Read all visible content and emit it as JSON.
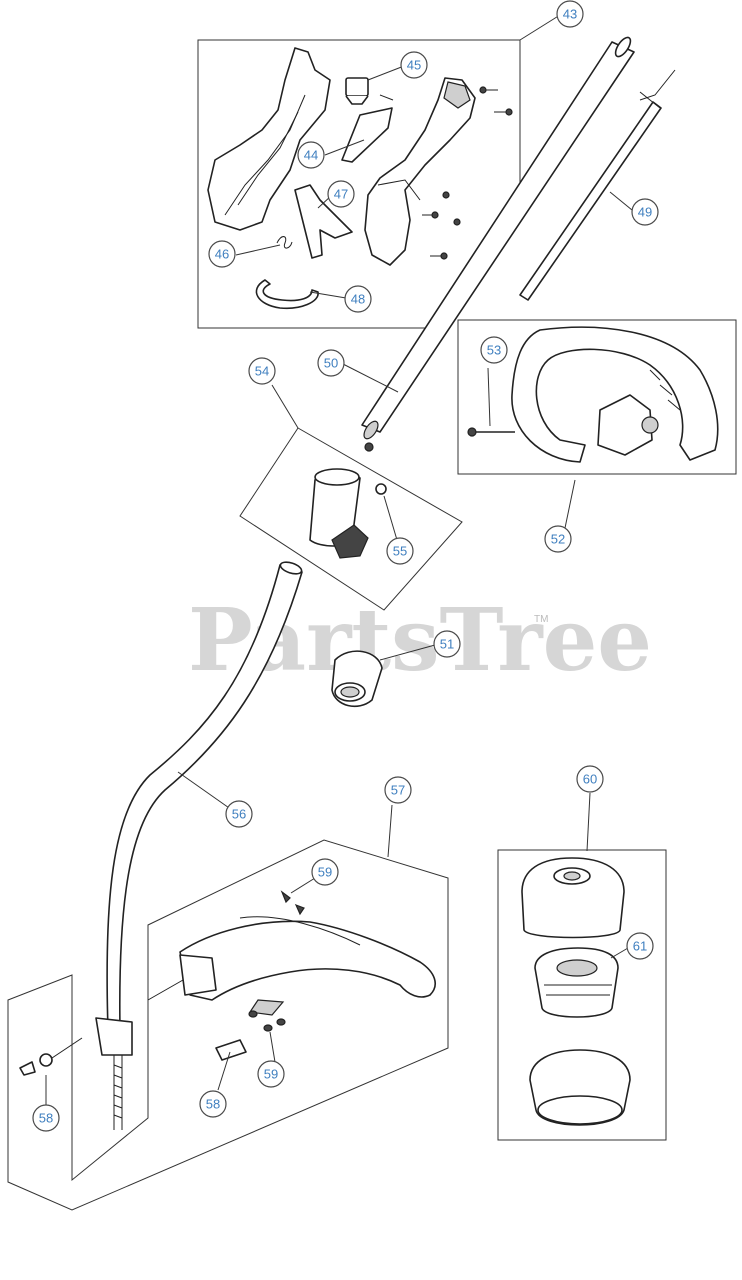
{
  "watermark": {
    "text": "PartsTree",
    "trademark": "TM"
  },
  "callouts": {
    "c43": "43",
    "c44": "44",
    "c45": "45",
    "c46": "46",
    "c47": "47",
    "c48": "48",
    "c49": "49",
    "c50": "50",
    "c51": "51",
    "c52": "52",
    "c53": "53",
    "c54": "54",
    "c55": "55",
    "c56": "56",
    "c57": "57",
    "c58a": "58",
    "c58b": "58",
    "c59a": "59",
    "c59b": "59",
    "c60": "60",
    "c61": "61"
  },
  "colors": {
    "callout_text": "#3f7fbf",
    "line": "#222222",
    "watermark": "#d6d6d6"
  }
}
